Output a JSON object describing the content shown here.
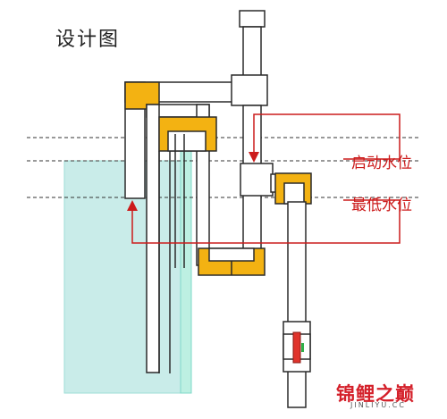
{
  "title": "设计图",
  "labels": {
    "start_water_level": "启动水位",
    "min_water_level": "最低水位"
  },
  "watermark": {
    "text": "锦鲤之巅",
    "sub": "JINLIYU.CC"
  },
  "colors": {
    "tank_fill": "#c9ece9",
    "tank_edge": "#7fd8c9",
    "pipe_fill": "#ffffff",
    "pipe_stroke": "#2a2a2a",
    "elbow_fill": "#f3b212",
    "annotation_red": "#cc1b1b",
    "valve_red": "#e0342c",
    "valve_green": "#2fb04a"
  }
}
